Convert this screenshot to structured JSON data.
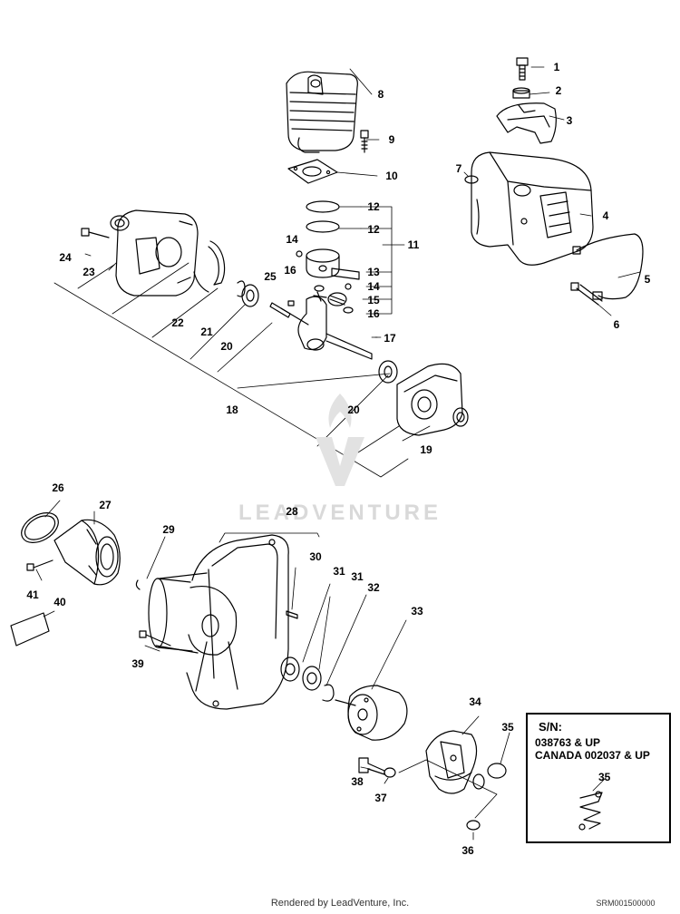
{
  "labels": [
    "1",
    "2",
    "3",
    "4",
    "5",
    "6",
    "7",
    "8",
    "9",
    "10",
    "11",
    "12",
    "12",
    "13",
    "14",
    "14",
    "15",
    "16",
    "16",
    "17",
    "18",
    "19",
    "20",
    "20",
    "21",
    "22",
    "23",
    "24",
    "25",
    "26",
    "27",
    "28",
    "29",
    "30",
    "31",
    "31",
    "32",
    "33",
    "34",
    "35",
    "36",
    "37",
    "38",
    "39",
    "40",
    "41"
  ],
  "watermark": "LEADVENTURE",
  "sn_box": {
    "title": "S/N:",
    "line1": "038763 & UP",
    "line2": "CANADA 002037 & UP",
    "part": "35"
  },
  "footer": "Rendered by LeadVenture, Inc.",
  "code": "SRM001500000"
}
